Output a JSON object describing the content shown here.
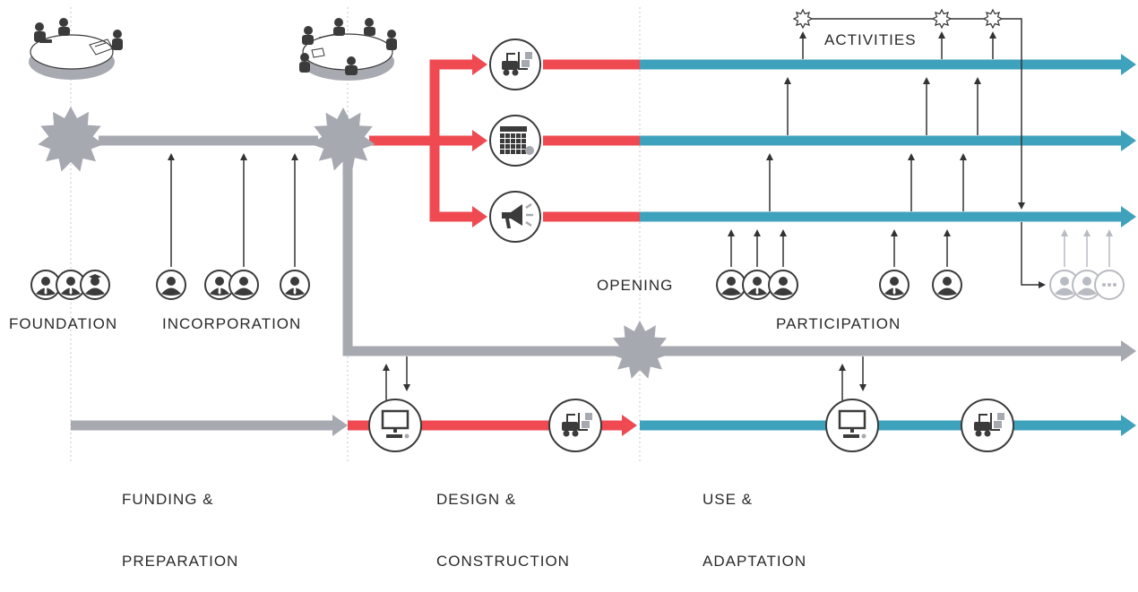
{
  "colors": {
    "grey": "#a7a9b1",
    "red": "#ef4a52",
    "blue": "#3fa2bd",
    "dark": "#3b3b3b",
    "light_grey": "#b9bbc2",
    "table_shadow": "#a8aab1"
  },
  "labels": {
    "foundation": "FOUNDATION",
    "incorporation": "INCORPORATION",
    "opening": "OPENING",
    "participation": "PARTICIPATION",
    "activities": "ACTIVITIES",
    "funding_line1": "FUNDING &",
    "funding_line2": "PREPARATION",
    "design_line1": "DESIGN &",
    "design_line2": "CONSTRUCTION",
    "use_line1": "USE &",
    "use_line2": "ADAPTATION"
  },
  "icons": {
    "meeting_small": "meeting-table-icon",
    "meeting_large": "meeting-table-icon",
    "forklift": "forklift-icon",
    "calendar": "calendar-icon",
    "megaphone": "megaphone-icon",
    "computer": "computer-icon",
    "person": "person-icon",
    "more": "ellipsis-icon",
    "milestone": "starburst-icon"
  }
}
